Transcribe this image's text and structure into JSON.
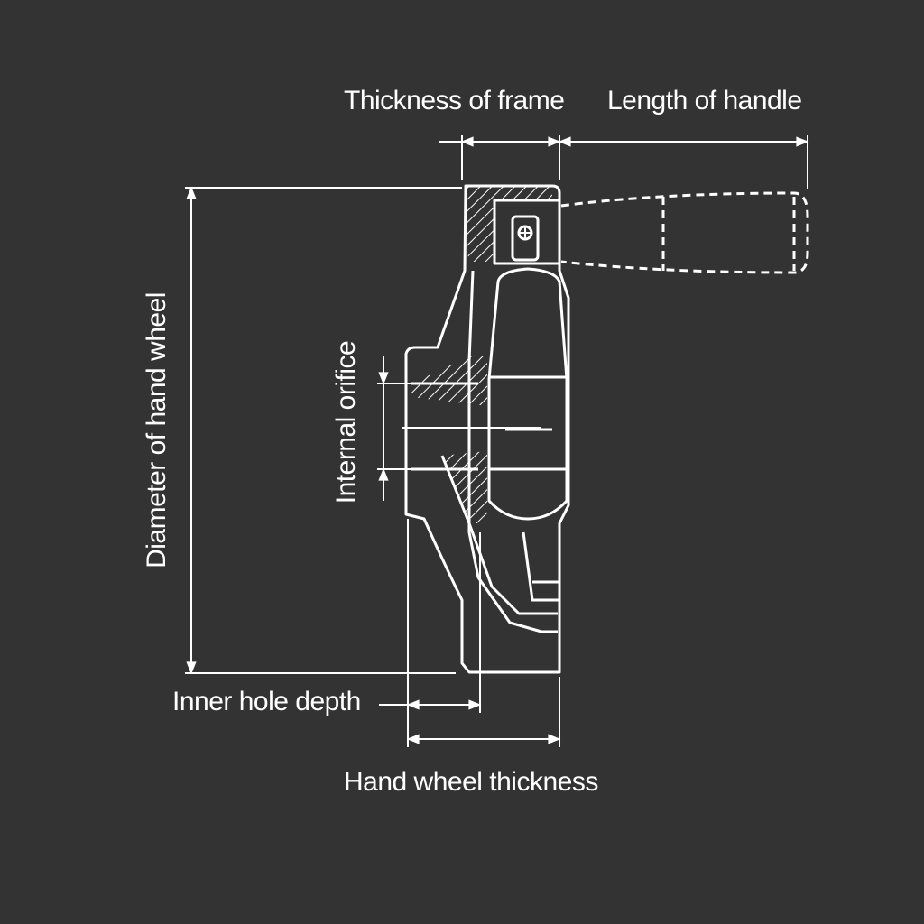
{
  "labels": {
    "thickness_of_frame": "Thickness of frame",
    "length_of_handle": "Length of handle",
    "diameter_of_hand_wheel": "Diameter of hand wheel",
    "internal_orifice": "Internal orifice",
    "inner_hole_depth": "Inner hole depth",
    "hand_wheel_thickness": "Hand wheel thickness"
  },
  "colors": {
    "background": "#333333",
    "line": "#ffffff",
    "text": "#ffffff"
  }
}
